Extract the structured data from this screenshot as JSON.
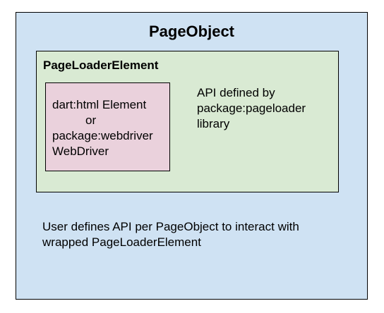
{
  "page_object": {
    "title": "PageObject",
    "description_lines": [
      "User defines API per PageObject to interact with",
      "wrapped PageLoaderElement"
    ]
  },
  "page_loader_element": {
    "title": "PageLoaderElement",
    "api_lines": [
      "API defined by",
      "package:pageloader",
      "library"
    ]
  },
  "wrapped_element": {
    "lines": [
      "dart:html Element",
      "or",
      "package:webdriver",
      "WebDriver"
    ]
  },
  "colors": {
    "page_object_fill": "#cfe2f3",
    "page_loader_element_fill": "#d9ead3",
    "wrapped_element_fill": "#ead1dc",
    "border": "#000000"
  }
}
